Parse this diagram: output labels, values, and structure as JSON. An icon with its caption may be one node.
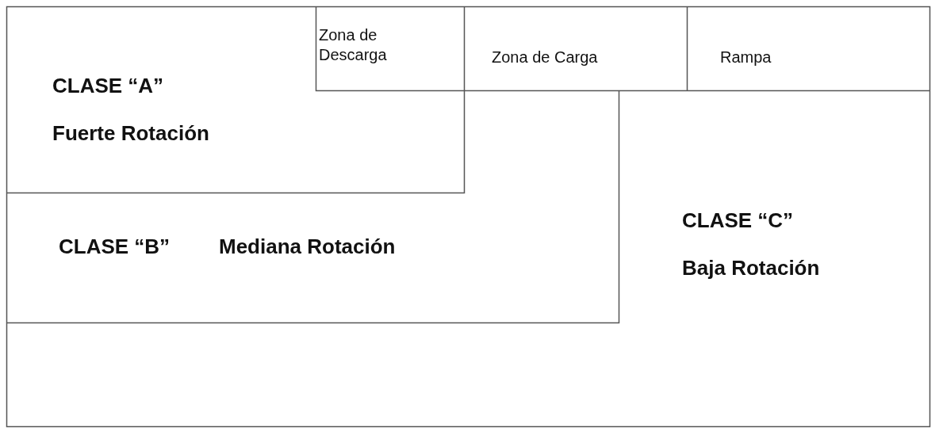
{
  "diagram": {
    "nodes": [
      {
        "text": [
          "Zona de Descarga"
        ]
      },
      {
        "text": [
          "Zona de Carga"
        ]
      },
      {
        "text": [
          "Rampa"
        ]
      },
      {
        "text": [
          "CLASE “A”",
          "Fuerte Rotación"
        ]
      },
      {
        "text": [
          "CLASE “B”",
          "Mediana Rotación"
        ]
      },
      {
        "text": [
          "CLASE “C”",
          "Baja Rotación"
        ]
      }
    ],
    "edges": []
  }
}
